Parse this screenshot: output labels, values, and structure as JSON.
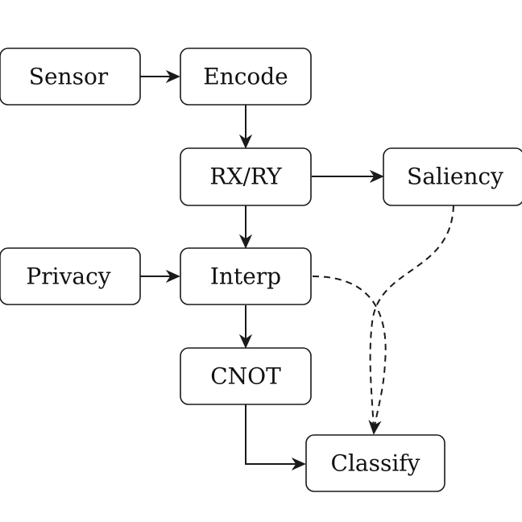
{
  "nodes": {
    "sensor": "Sensor",
    "encode": "Encode",
    "rxry": "RX/RY",
    "saliency": "Saliency",
    "privacy": "Privacy",
    "interp": "Interp",
    "cnot": "CNOT",
    "classify": "Classify"
  },
  "edges": [
    {
      "from": "Sensor",
      "to": "Encode",
      "style": "solid"
    },
    {
      "from": "Encode",
      "to": "RX/RY",
      "style": "solid"
    },
    {
      "from": "RX/RY",
      "to": "Saliency",
      "style": "solid"
    },
    {
      "from": "RX/RY",
      "to": "Interp",
      "style": "solid"
    },
    {
      "from": "Privacy",
      "to": "Interp",
      "style": "solid"
    },
    {
      "from": "Interp",
      "to": "CNOT",
      "style": "solid"
    },
    {
      "from": "CNOT",
      "to": "Classify",
      "style": "solid"
    },
    {
      "from": "Saliency",
      "to": "Classify",
      "style": "dashed"
    },
    {
      "from": "Interp",
      "to": "Classify",
      "style": "dashed"
    }
  ],
  "colors": {
    "stroke": "#1a1a1a",
    "fill": "#ffffff",
    "text": "#111111"
  }
}
